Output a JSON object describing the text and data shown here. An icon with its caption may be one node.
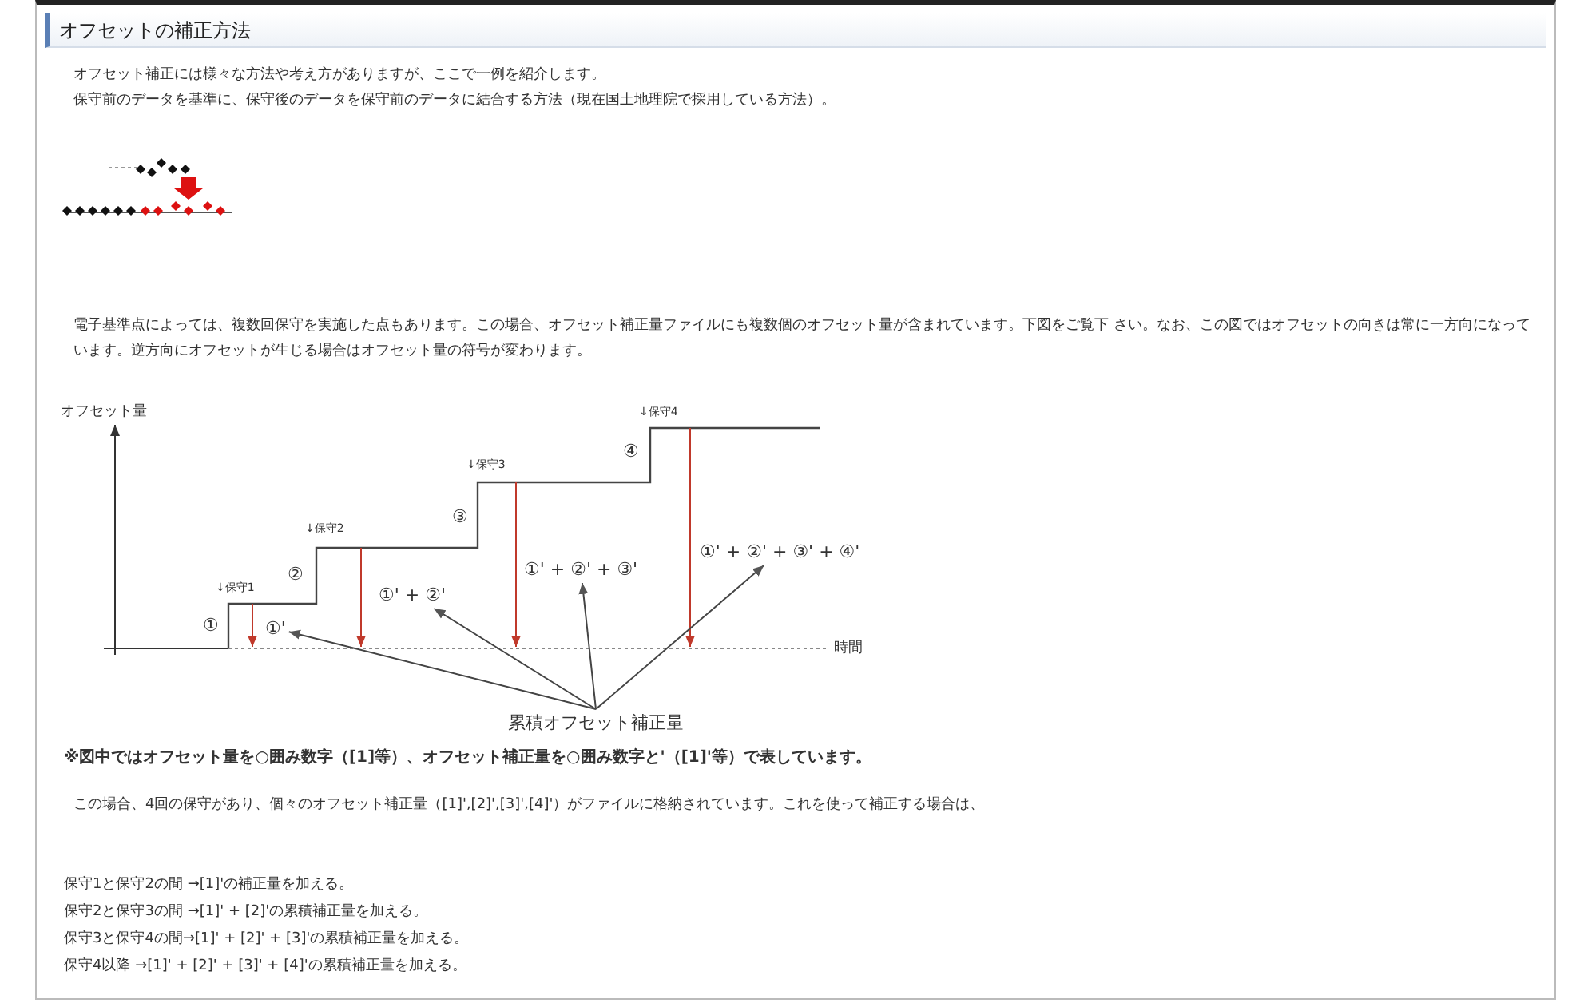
{
  "diagram": {
    "title": "オフセットの補正方法",
    "nodes": [
      {
        "text": [
          "累積オフセット補正量"
        ]
      },
      {
        "text": [
          "①'"
        ]
      },
      {
        "text": [
          "①' + ②'"
        ]
      },
      {
        "text": [
          "①' + ②' + ③'"
        ]
      },
      {
        "text": [
          "①' + ②' + ③' + ④'"
        ]
      }
    ],
    "edges": [
      {
        "from": 0,
        "to": 1,
        "arrow": "to"
      },
      {
        "from": 0,
        "to": 2,
        "arrow": "to"
      },
      {
        "from": 0,
        "to": 3,
        "arrow": "to"
      },
      {
        "from": 0,
        "to": 4,
        "arrow": "to"
      }
    ],
    "labels": [
      "オフセット補正には様々な方法や考え方がありますが、ここで一例を紹介します。",
      "保守前のデータを基準に、保守後のデータを保守前のデータに結合する方法（現在国土地理院で採用している方法）。",
      "電子基準点によっては、複数回保守を実施した点もあります。この場合、オフセット補正量ファイルにも複数個のオフセット量が含まれています。下図をご覧下 さい。なお、この図ではオフセットの向きは常に一方向になっています。逆方向にオフセットが生じる場合はオフセット量の符号が変わります。",
      "オフセット量",
      "↓保守1",
      "↓保守2",
      "↓保守3",
      "↓保守4",
      "①",
      "②",
      "③",
      "④",
      "時間",
      "※図中ではオフセット量を○囲み数字（[1]等）、オフセット補正量を○囲み数字と'（[1]'等）で表しています。",
      "この場合、4回の保守があり、個々のオフセット補正量（[1]',[2]',[3]',[4]'）がファイルに格納されています。これを使って補正する場合は、",
      "保守1と保守2の間 →[1]'の補正量を加える。",
      "保守2と保守3の間 →[1]' + [2]'の累積補正量を加える。",
      "保守3と保守4の間→[1]' + [2]' + [3]'の累積補正量を加える。",
      "保守4以降 →[1]' + [2]' + [3]' + [4]'の累積補正量を加える。"
    ]
  }
}
